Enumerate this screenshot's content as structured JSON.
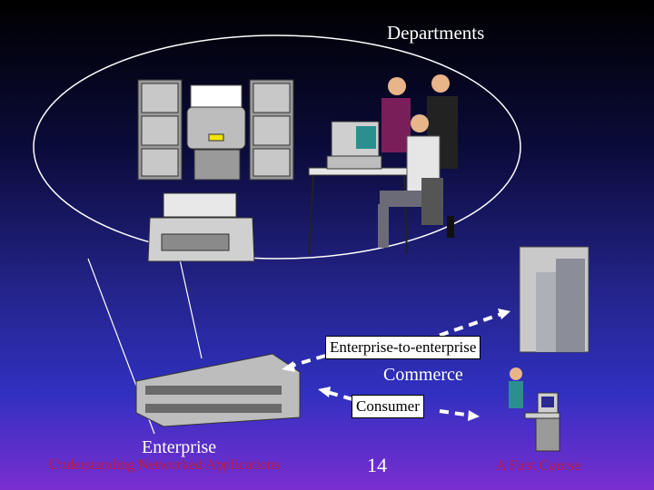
{
  "slide": {
    "title": "Departments",
    "labels": {
      "enterprise_to_enterprise": "Enterprise-to-enterprise",
      "commerce": "Commerce",
      "consumer": "Consumer",
      "enterprise": "Enterprise"
    },
    "footer": {
      "left": "Understanding Networked Applications",
      "page_number": "14",
      "right": "A First Course"
    }
  },
  "colors": {
    "footer_text": "#c01840",
    "ellipse": "#ffffff",
    "arrows": "#ffffff"
  },
  "icons": [
    "filing-cabinet-icon",
    "printer-icon",
    "typewriter-icon",
    "office-workers-icon",
    "office-tower-icon",
    "enterprise-building-icon",
    "consumer-computer-icon"
  ]
}
